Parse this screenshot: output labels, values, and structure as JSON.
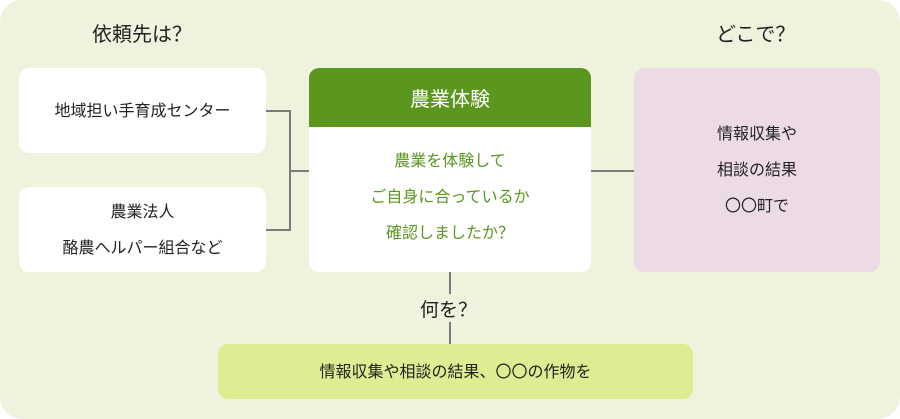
{
  "headings": {
    "who": "依頼先は？",
    "where": "どこで？",
    "what": "何を？"
  },
  "left_boxes": [
    {
      "lines": [
        "地域担い手育成センター"
      ]
    },
    {
      "lines": [
        "農業法人",
        "酪農ヘルパー組合など"
      ]
    }
  ],
  "center": {
    "title": "農業体験",
    "lines": [
      "農業を体験して",
      "ご自身に合っているか",
      "確認しましたか？"
    ]
  },
  "right": {
    "lines": [
      "情報収集や",
      "相談の結果",
      "〇〇町で"
    ]
  },
  "bottom": {
    "text": "情報収集や相談の結果、〇〇の作物を"
  },
  "colors": {
    "background": "#eff3dd",
    "green": "#5b961f",
    "pink": "#ecdae6",
    "lime": "#e0ec91"
  }
}
